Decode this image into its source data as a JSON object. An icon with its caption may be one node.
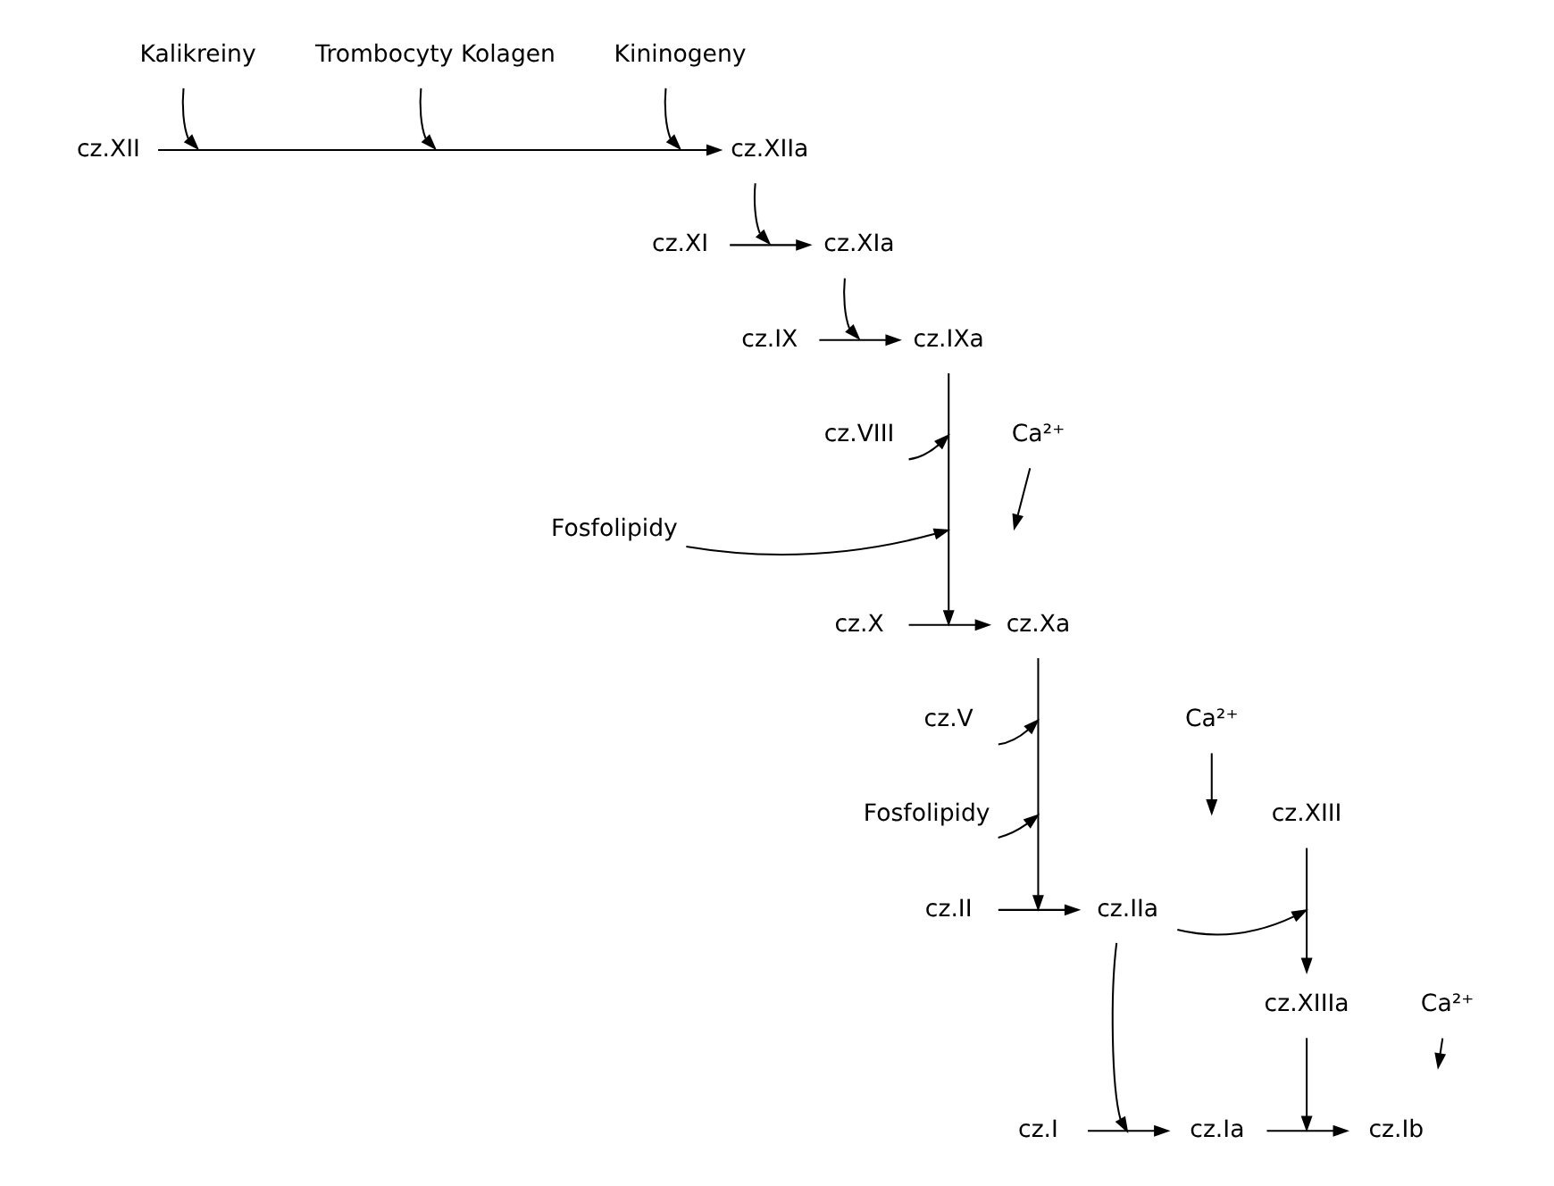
{
  "diagram": {
    "nodes": [
      {
        "text": [
          "Kalikreiny"
        ]
      },
      {
        "text": [
          "Trombocyty Kolagen"
        ]
      },
      {
        "text": [
          "Kininogeny"
        ]
      },
      {
        "text": [
          "cz.XII"
        ]
      },
      {
        "text": [
          "cz.XIIa"
        ]
      },
      {
        "text": [
          "cz.XI"
        ]
      },
      {
        "text": [
          "cz.XIa"
        ]
      },
      {
        "text": [
          "cz.IX"
        ]
      },
      {
        "text": [
          "cz.IXa"
        ]
      },
      {
        "text": [
          "cz.VIII"
        ]
      },
      {
        "text": [
          "Fosfolipidy"
        ]
      },
      {
        "text": [
          "Ca²⁺"
        ]
      },
      {
        "text": [
          "cz.X"
        ]
      },
      {
        "text": [
          "cz.Xa"
        ]
      },
      {
        "text": [
          "cz.V"
        ]
      },
      {
        "text": [
          "Fosfolipidy"
        ]
      },
      {
        "text": [
          "Ca²⁺"
        ]
      },
      {
        "text": [
          "cz.II"
        ]
      },
      {
        "text": [
          "cz.IIa"
        ]
      },
      {
        "text": [
          "cz.XIII"
        ]
      },
      {
        "text": [
          "cz.XIIIa"
        ]
      },
      {
        "text": [
          "Ca²⁺"
        ]
      },
      {
        "text": [
          "cz.I"
        ]
      },
      {
        "text": [
          "cz.Ia"
        ]
      },
      {
        "text": [
          "cz.Ib"
        ]
      }
    ],
    "edges": [
      {
        "from": 0,
        "to": null,
        "arrow": "to"
      },
      {
        "from": 1,
        "to": null,
        "arrow": "to"
      },
      {
        "from": 2,
        "to": null,
        "arrow": "to"
      },
      {
        "from": 3,
        "to": 4,
        "arrow": "to"
      },
      {
        "from": 4,
        "to": null,
        "arrow": "to"
      },
      {
        "from": 5,
        "to": 6,
        "arrow": "to"
      },
      {
        "from": 6,
        "to": null,
        "arrow": "to"
      },
      {
        "from": 7,
        "to": 8,
        "arrow": "to"
      },
      {
        "from": 9,
        "to": null,
        "arrow": "to"
      },
      {
        "from": 11,
        "to": null,
        "arrow": "to"
      },
      {
        "from": 10,
        "to": null,
        "arrow": "to"
      },
      {
        "from": 8,
        "to": null,
        "arrow": "to"
      },
      {
        "from": 12,
        "to": 13,
        "arrow": "to"
      },
      {
        "from": 14,
        "to": null,
        "arrow": "to"
      },
      {
        "from": 16,
        "to": null,
        "arrow": "to"
      },
      {
        "from": 15,
        "to": null,
        "arrow": "to"
      },
      {
        "from": 13,
        "to": null,
        "arrow": "to"
      },
      {
        "from": 17,
        "to": 18,
        "arrow": "to"
      },
      {
        "from": 18,
        "to": null,
        "arrow": "to"
      },
      {
        "from": 19,
        "to": 20,
        "arrow": "to"
      },
      {
        "from": 18,
        "to": null,
        "arrow": "to"
      },
      {
        "from": 21,
        "to": null,
        "arrow": "to"
      },
      {
        "from": 20,
        "to": null,
        "arrow": "to"
      },
      {
        "from": 22,
        "to": 23,
        "arrow": "to"
      },
      {
        "from": 23,
        "to": 24,
        "arrow": "to"
      }
    ]
  }
}
